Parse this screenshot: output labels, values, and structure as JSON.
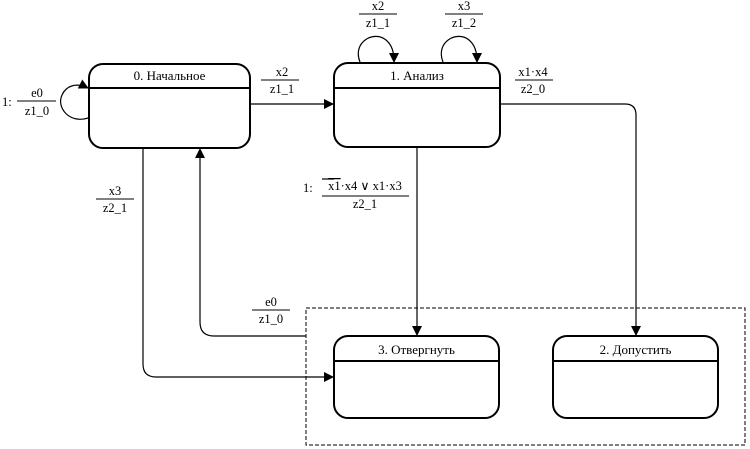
{
  "diagram": {
    "type": "state-machine",
    "states": [
      {
        "id": "s0",
        "label": "0. Начальное"
      },
      {
        "id": "s1",
        "label": "1. Анализ"
      },
      {
        "id": "s2",
        "label": "2. Допустить"
      },
      {
        "id": "s3",
        "label": "3. Отвергнуть"
      }
    ],
    "group": {
      "name": "final-states-group",
      "members": [
        "s3",
        "s2"
      ]
    },
    "transitions": [
      {
        "id": "t00",
        "from": "s0",
        "to": "s0",
        "priority": "1:",
        "condition": "e0",
        "action": "z1_0"
      },
      {
        "id": "t01",
        "from": "s0",
        "to": "s1",
        "priority": "",
        "condition": "x2",
        "action": "z1_1"
      },
      {
        "id": "t11a",
        "from": "s1",
        "to": "s1",
        "priority": "",
        "condition": "x2",
        "action": "z1_1"
      },
      {
        "id": "t11b",
        "from": "s1",
        "to": "s1",
        "priority": "",
        "condition": "x3",
        "action": "z1_2"
      },
      {
        "id": "t12",
        "from": "s1",
        "to": "s2",
        "priority": "",
        "condition": "x1·x4",
        "action": "z2_0"
      },
      {
        "id": "t13",
        "from": "s1",
        "to": "s3",
        "priority": "1:",
        "condition_negated_part": "x1",
        "condition": "·x4 ∨ x1·x3",
        "action": "z2_1"
      },
      {
        "id": "t03",
        "from": "s0",
        "to": "s3",
        "priority": "",
        "condition": "x3",
        "action": "z2_1"
      },
      {
        "id": "tg0",
        "from": "final-states-group",
        "to": "s0",
        "priority": "",
        "condition": "e0",
        "action": "z1_0"
      }
    ]
  }
}
